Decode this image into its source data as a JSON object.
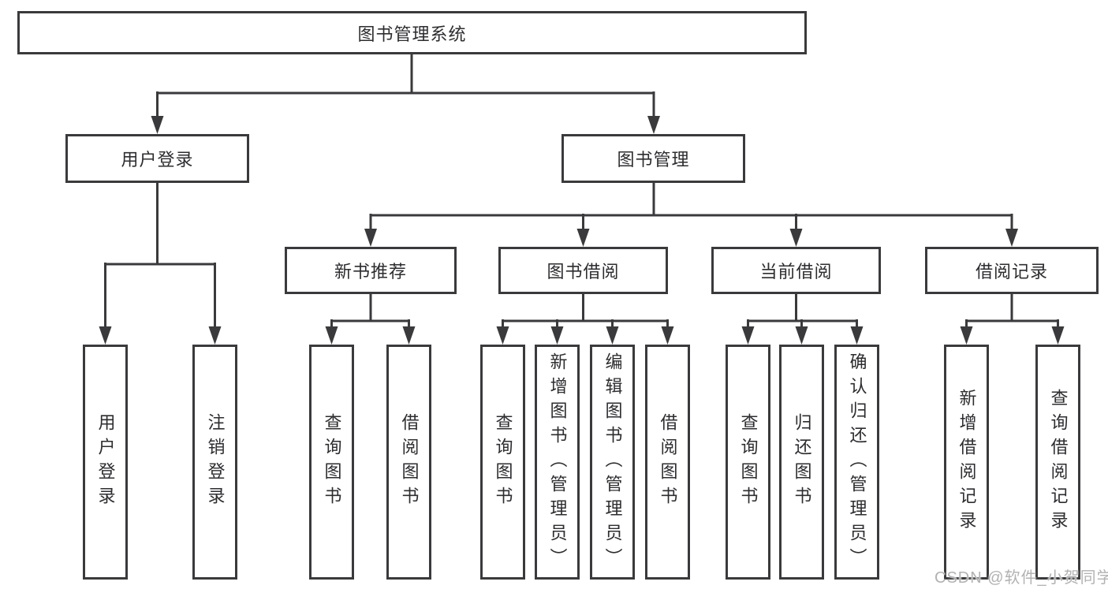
{
  "diagram": {
    "type": "hierarchy-tree",
    "colors": {
      "line": "#3a3a3c",
      "box_border": "#3a3a3c",
      "box_fill": "#ffffff",
      "text": "#2d2d30",
      "watermark_text": "#b2b2b2",
      "background": "#ffffff"
    }
  },
  "tree": {
    "label": "图书管理系统",
    "children": [
      {
        "label": "用户登录",
        "children": [
          {
            "label": "用户登录"
          },
          {
            "label": "注销登录"
          }
        ]
      },
      {
        "label": "图书管理",
        "children": [
          {
            "label": "新书推荐",
            "children": [
              {
                "label": "查询图书"
              },
              {
                "label": "借阅图书"
              }
            ]
          },
          {
            "label": "图书借阅",
            "children": [
              {
                "label": "查询图书"
              },
              {
                "label": "新增图书（管理员）"
              },
              {
                "label": "编辑图书（管理员）"
              },
              {
                "label": "借阅图书"
              }
            ]
          },
          {
            "label": "当前借阅",
            "children": [
              {
                "label": "查询图书"
              },
              {
                "label": "归还图书"
              },
              {
                "label": "确认归还（管理员）"
              }
            ]
          },
          {
            "label": "借阅记录",
            "children": [
              {
                "label": "新增借阅记录"
              },
              {
                "label": "查询借阅记录"
              }
            ]
          }
        ]
      }
    ]
  },
  "watermark": {
    "text": "CSDN @软件_小贺同学"
  }
}
